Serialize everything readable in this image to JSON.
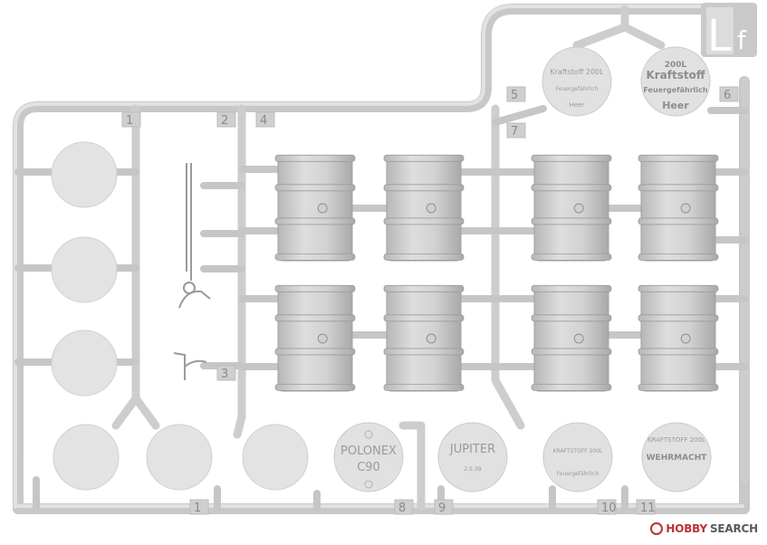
{
  "sprue_tag": {
    "letter": "L",
    "suffix": "f"
  },
  "part_numbers": [
    "1",
    "2",
    "4",
    "5",
    "6",
    "7",
    "3",
    "1",
    "8",
    "9",
    "10",
    "11"
  ],
  "discs": {
    "disc_a": {
      "lines": [
        "Kraftstoff 200L",
        "Feuergefährlich",
        "Heer"
      ]
    },
    "disc_b": {
      "lines": [
        "200L",
        "Kraftstoff",
        "Feuergefährlich",
        "Heer"
      ]
    },
    "polonez": {
      "lines": [
        "POLONEX",
        "C90"
      ]
    },
    "jupiter": {
      "lines": [
        "JUPITER",
        "2.5.39"
      ]
    },
    "disc_e": {
      "lines": [
        "KRAFTSTOFF 200L",
        "Feuergefährlich"
      ]
    },
    "wehrmacht": {
      "lines": [
        "KRAFTSTOFF 200L",
        "WEHRMACHT"
      ]
    }
  },
  "watermark": {
    "brand_a": "HOBBY",
    "brand_b": "SEARCH"
  },
  "colors": {
    "plastic": "#d3d3d3",
    "plastic_dark": "#a8a8a8",
    "disc": "#e0e0e0"
  }
}
